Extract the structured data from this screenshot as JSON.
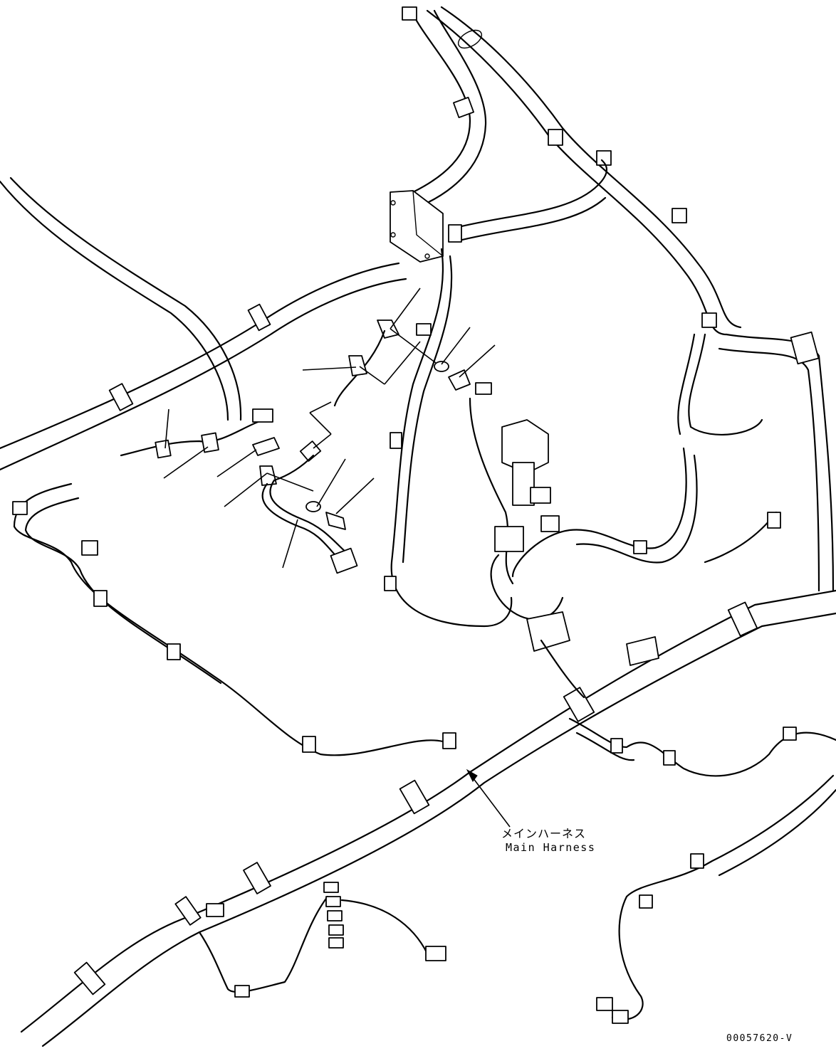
{
  "callouts": {
    "main_harness_jp": "メインハーネス",
    "main_harness_en": "Main Harness"
  },
  "figure_id": "00057620-V"
}
